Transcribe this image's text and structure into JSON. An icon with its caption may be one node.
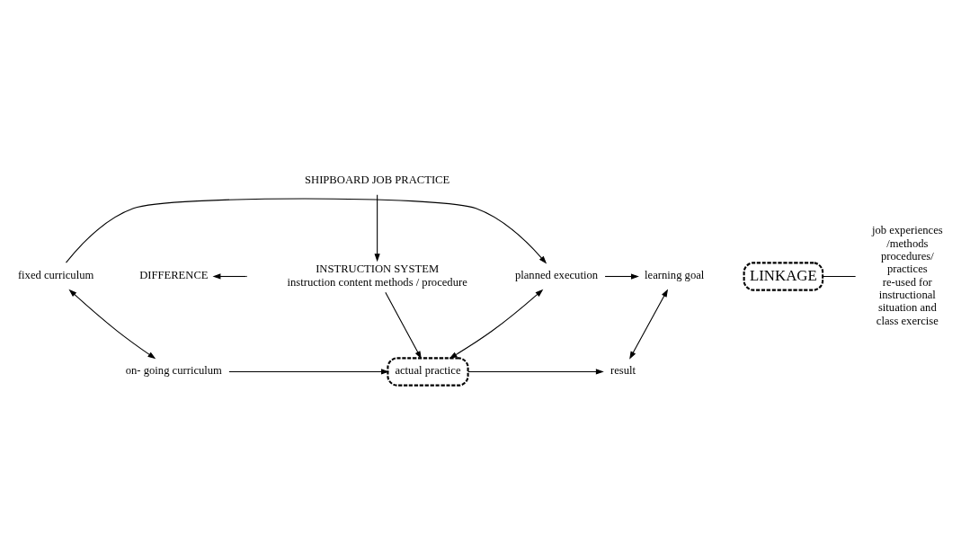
{
  "diagram": {
    "nodes": [
      {
        "text": [
          "fixed curriculum"
        ]
      },
      {
        "text": [
          "planned execution"
        ]
      },
      {
        "text": [
          "learning goal"
        ]
      },
      {
        "text": [
          "DIFFERENCE"
        ]
      },
      {
        "text": [
          "on- going curriculum"
        ]
      },
      {
        "text": [
          "actual practice"
        ]
      },
      {
        "text": [
          "result"
        ]
      },
      {
        "text": [
          "INSTRUCTION SYSTEM",
          "instruction content methods / procedure"
        ]
      },
      {
        "text": [
          "LINKAGE"
        ]
      },
      {
        "text": [
          "job experiences /methods procedures/ practices re-used for instructional situation and class exercise"
        ]
      },
      {
        "text": [
          "SHIPBOARD JOB PRACTICE"
        ]
      }
    ],
    "edges": [
      {
        "from": 0,
        "to": 1,
        "arrow": "to"
      },
      {
        "from": 1,
        "to": 2,
        "arrow": "to"
      },
      {
        "from": 0,
        "to": 4,
        "arrow": "both"
      },
      {
        "from": 1,
        "to": 5,
        "arrow": "both"
      },
      {
        "from": 2,
        "to": 6,
        "arrow": "both"
      },
      {
        "from": null,
        "to": 3,
        "arrow": "to"
      },
      {
        "from": 4,
        "to": 5,
        "arrow": "to"
      },
      {
        "from": 5,
        "to": 6,
        "arrow": "to"
      },
      {
        "from": 7,
        "to": 5,
        "arrow": "to"
      },
      {
        "from": 10,
        "to": 7,
        "arrow": "to"
      },
      {
        "from": 8,
        "to": 9,
        "arrow": "none"
      }
    ]
  }
}
